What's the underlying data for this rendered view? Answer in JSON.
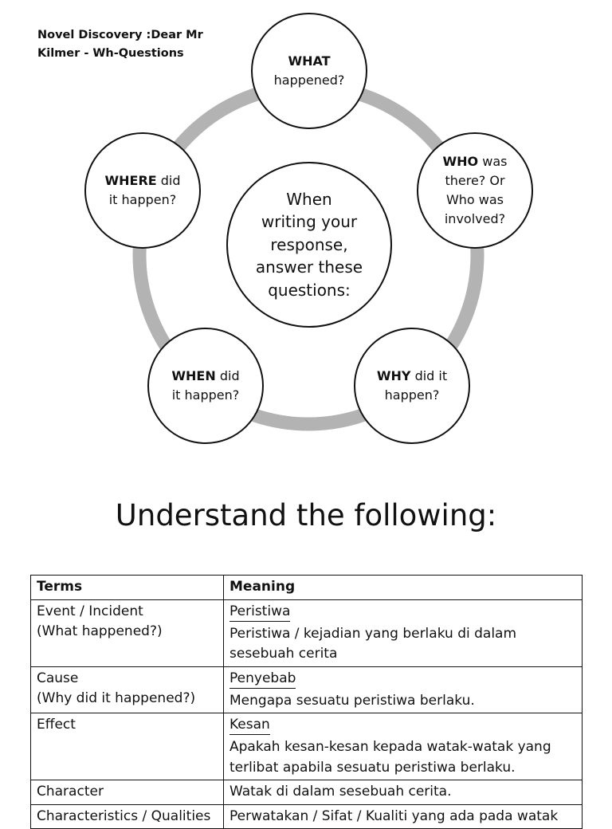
{
  "header": {
    "title_line1": "Novel Discovery :Dear Mr",
    "title_line2": "Kilmer - Wh-Questions"
  },
  "diagram": {
    "center": [
      "When",
      "writing your",
      "response,",
      "answer these",
      "questions:"
    ],
    "what": {
      "bold": "WHAT",
      "rest": "happened?"
    },
    "who": {
      "bold": "WHO",
      "rest1": " was",
      "line2": "there? Or",
      "line3": "Who was",
      "line4": "involved?"
    },
    "why": {
      "bold": "WHY",
      "rest1": " did it",
      "line2": "happen?"
    },
    "when": {
      "bold": "WHEN",
      "rest1": " did",
      "line2": "it happen?"
    },
    "where": {
      "bold": "WHERE",
      "rest1": " did",
      "line2": "it happen?"
    },
    "ring_color": "#b3b3b3"
  },
  "section_title": "Understand the following:",
  "table": {
    "headers": {
      "terms": "Terms",
      "meaning": "Meaning"
    },
    "rows": [
      {
        "term": [
          "Event / Incident",
          "(What happened?)"
        ],
        "word": "Peristiwa",
        "meaning": [
          "Peristiwa / kejadian yang berlaku di dalam",
          "sesebuah cerita"
        ]
      },
      {
        "term": [
          "Cause",
          "(Why did it happened?)"
        ],
        "word": "Penyebab",
        "meaning": [
          "Mengapa sesuatu peristiwa berlaku."
        ]
      },
      {
        "term": [
          "Effect"
        ],
        "word": "Kesan",
        "meaning": [
          "Apakah kesan-kesan kepada watak-watak yang",
          "terlibat apabila sesuatu peristiwa berlaku."
        ]
      },
      {
        "term": [
          "Character"
        ],
        "meaning": [
          "Watak di dalam sesebuah cerita."
        ]
      },
      {
        "term": [
          "Characteristics / Qualities"
        ],
        "meaning": [
          "Perwatakan / Sifat / Kualiti yang ada pada watak"
        ]
      }
    ]
  }
}
